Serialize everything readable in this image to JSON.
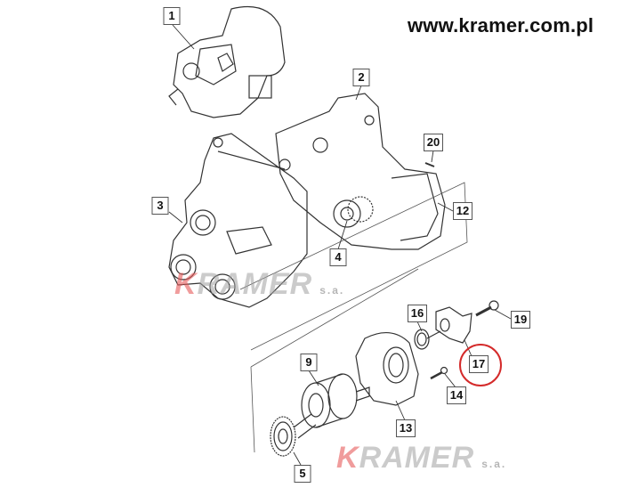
{
  "header": {
    "url": "www.kramer.com.pl"
  },
  "watermark": {
    "brand": "KRAMER",
    "suffix": "s.a."
  },
  "callouts": [
    {
      "id": "1",
      "label": "1"
    },
    {
      "id": "2",
      "label": "2"
    },
    {
      "id": "3",
      "label": "3"
    },
    {
      "id": "4",
      "label": "4"
    },
    {
      "id": "5",
      "label": "5"
    },
    {
      "id": "9",
      "label": "9"
    },
    {
      "id": "12",
      "label": "12"
    },
    {
      "id": "13",
      "label": "13"
    },
    {
      "id": "14",
      "label": "14"
    },
    {
      "id": "16",
      "label": "16"
    },
    {
      "id": "17",
      "label": "17"
    },
    {
      "id": "19",
      "label": "19"
    },
    {
      "id": "20",
      "label": "20"
    }
  ],
  "highlight": {
    "part": "17",
    "color": "#d42a2a"
  }
}
